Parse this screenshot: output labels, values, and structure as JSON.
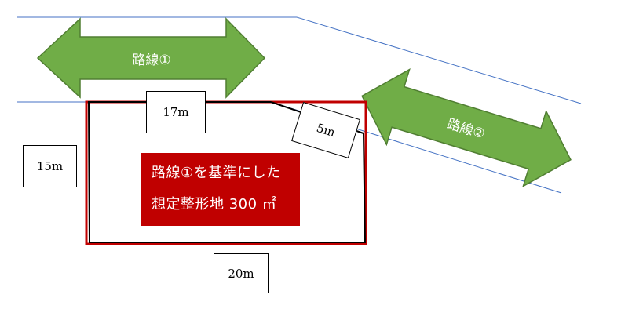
{
  "route1": {
    "label": "路線①"
  },
  "route2": {
    "label": "路線②"
  },
  "dimensions": {
    "top_frontage": "17m",
    "diagonal_frontage": "5m",
    "depth": "15m",
    "bottom_width": "20m"
  },
  "note": {
    "line1": "路線①を基準にした",
    "line2": "想定整形地 300 ㎡"
  },
  "colors": {
    "arrow_fill": "#70ad47",
    "arrow_stroke": "#507e32",
    "road_line": "#4472c4",
    "lot_outline": "#c00000",
    "note_fill": "#c00000"
  }
}
